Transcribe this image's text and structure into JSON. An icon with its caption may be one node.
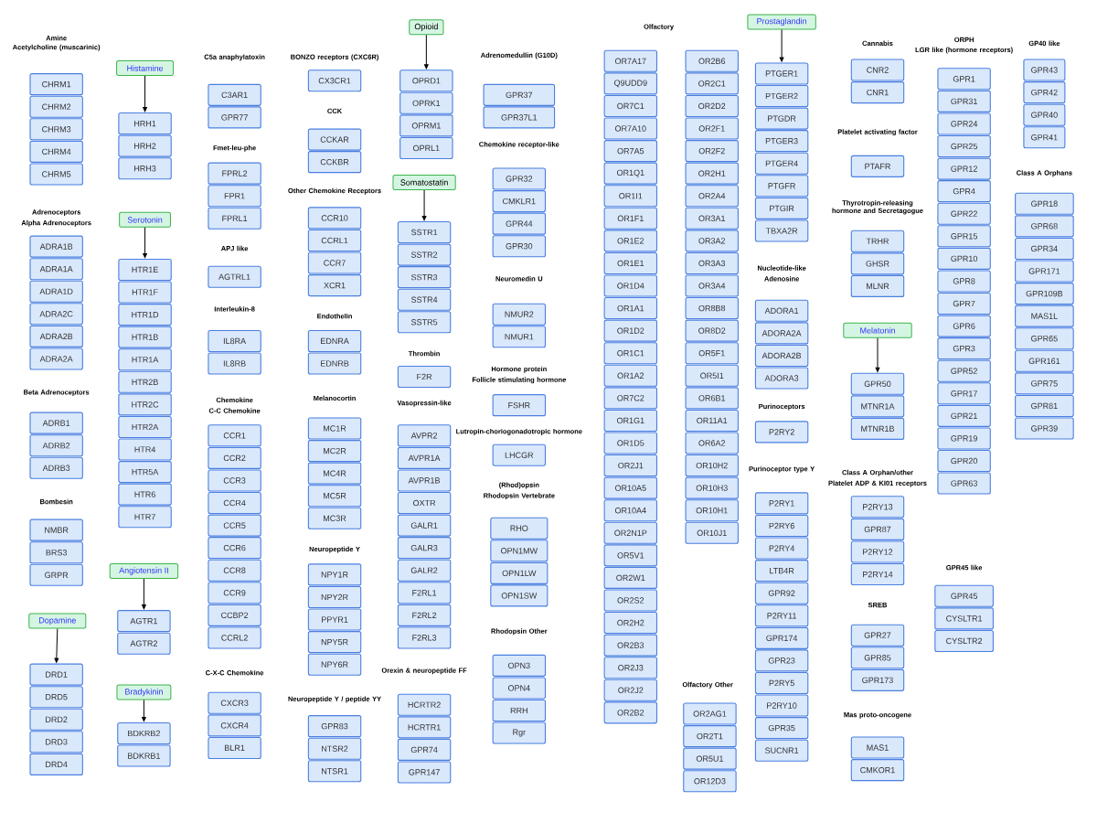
{
  "diagram": {
    "nodes": [
      {
        "text": [
          "CHRM1"
        ]
      },
      {
        "text": [
          "CHRM2"
        ]
      },
      {
        "text": [
          "CHRM3"
        ]
      },
      {
        "text": [
          "CHRM4"
        ]
      },
      {
        "text": [
          "CHRM5"
        ]
      },
      {
        "text": [
          "ADRA1B"
        ]
      },
      {
        "text": [
          "ADRA1A"
        ]
      },
      {
        "text": [
          "ADRA1D"
        ]
      },
      {
        "text": [
          "ADRA2C"
        ]
      },
      {
        "text": [
          "ADRA2B"
        ]
      },
      {
        "text": [
          "ADRA2A"
        ]
      },
      {
        "text": [
          "ADRB1"
        ]
      },
      {
        "text": [
          "ADRB2"
        ]
      },
      {
        "text": [
          "ADRB3"
        ]
      },
      {
        "text": [
          "NMBR"
        ]
      },
      {
        "text": [
          "BRS3"
        ]
      },
      {
        "text": [
          "GRPR"
        ]
      },
      {
        "text": [
          "Dopamine"
        ]
      },
      {
        "text": [
          "DRD1"
        ]
      },
      {
        "text": [
          "DRD5"
        ]
      },
      {
        "text": [
          "DRD2"
        ]
      },
      {
        "text": [
          "DRD3"
        ]
      },
      {
        "text": [
          "DRD4"
        ]
      },
      {
        "text": [
          "Histamine"
        ]
      },
      {
        "text": [
          "HRH1"
        ]
      },
      {
        "text": [
          "HRH2"
        ]
      },
      {
        "text": [
          "HRH3"
        ]
      },
      {
        "text": [
          "Serotonin"
        ]
      },
      {
        "text": [
          "HTR1E"
        ]
      },
      {
        "text": [
          "HTR1F"
        ]
      },
      {
        "text": [
          "HTR1D"
        ]
      },
      {
        "text": [
          "HTR1B"
        ]
      },
      {
        "text": [
          "HTR1A"
        ]
      },
      {
        "text": [
          "HTR2B"
        ]
      },
      {
        "text": [
          "HTR2C"
        ]
      },
      {
        "text": [
          "HTR2A"
        ]
      },
      {
        "text": [
          "HTR4"
        ]
      },
      {
        "text": [
          "HTR5A"
        ]
      },
      {
        "text": [
          "HTR6"
        ]
      },
      {
        "text": [
          "HTR7"
        ]
      },
      {
        "text": [
          "Angiotensin II"
        ]
      },
      {
        "text": [
          "AGTR1"
        ]
      },
      {
        "text": [
          "AGTR2"
        ]
      },
      {
        "text": [
          "Bradykinin"
        ]
      },
      {
        "text": [
          "BDKRB2"
        ]
      },
      {
        "text": [
          "BDKRB1"
        ]
      },
      {
        "text": [
          "C3AR1"
        ]
      },
      {
        "text": [
          "GPR77"
        ]
      },
      {
        "text": [
          "FPRL2"
        ]
      },
      {
        "text": [
          "FPR1"
        ]
      },
      {
        "text": [
          "FPRL1"
        ]
      },
      {
        "text": [
          "AGTRL1"
        ]
      },
      {
        "text": [
          "IL8RA"
        ]
      },
      {
        "text": [
          "IL8RB"
        ]
      },
      {
        "text": [
          "CCR1"
        ]
      },
      {
        "text": [
          "CCR2"
        ]
      },
      {
        "text": [
          "CCR3"
        ]
      },
      {
        "text": [
          "CCR4"
        ]
      },
      {
        "text": [
          "CCR5"
        ]
      },
      {
        "text": [
          "CCR6"
        ]
      },
      {
        "text": [
          "CCR8"
        ]
      },
      {
        "text": [
          "CCR9"
        ]
      },
      {
        "text": [
          "CCBP2"
        ]
      },
      {
        "text": [
          "CCRL2"
        ]
      },
      {
        "text": [
          "CXCR3"
        ]
      },
      {
        "text": [
          "CXCR4"
        ]
      },
      {
        "text": [
          "BLR1"
        ]
      },
      {
        "text": [
          "CX3CR1"
        ]
      },
      {
        "text": [
          "CCKAR"
        ]
      },
      {
        "text": [
          "CCKBR"
        ]
      },
      {
        "text": [
          "CCR10"
        ]
      },
      {
        "text": [
          "CCRL1"
        ]
      },
      {
        "text": [
          "CCR7"
        ]
      },
      {
        "text": [
          "XCR1"
        ]
      },
      {
        "text": [
          "EDNRA"
        ]
      },
      {
        "text": [
          "EDNRB"
        ]
      },
      {
        "text": [
          "MC1R"
        ]
      },
      {
        "text": [
          "MC2R"
        ]
      },
      {
        "text": [
          "MC4R"
        ]
      },
      {
        "text": [
          "MC5R"
        ]
      },
      {
        "text": [
          "MC3R"
        ]
      },
      {
        "text": [
          "NPY1R"
        ]
      },
      {
        "text": [
          "NPY2R"
        ]
      },
      {
        "text": [
          "PPYR1"
        ]
      },
      {
        "text": [
          "NPY5R"
        ]
      },
      {
        "text": [
          "NPY6R"
        ]
      },
      {
        "text": [
          "GPR83"
        ]
      },
      {
        "text": [
          "NTSR2"
        ]
      },
      {
        "text": [
          "NTSR1"
        ]
      },
      {
        "text": [
          "Opioid"
        ]
      },
      {
        "text": [
          "OPRD1"
        ]
      },
      {
        "text": [
          "OPRK1"
        ]
      },
      {
        "text": [
          "OPRM1"
        ]
      },
      {
        "text": [
          "OPRL1"
        ]
      },
      {
        "text": [
          "Somatostatin"
        ]
      },
      {
        "text": [
          "SSTR1"
        ]
      },
      {
        "text": [
          "SSTR2"
        ]
      },
      {
        "text": [
          "SSTR3"
        ]
      },
      {
        "text": [
          "SSTR4"
        ]
      },
      {
        "text": [
          "SSTR5"
        ]
      },
      {
        "text": [
          "F2R"
        ]
      },
      {
        "text": [
          "AVPR2"
        ]
      },
      {
        "text": [
          "AVPR1A"
        ]
      },
      {
        "text": [
          "AVPR1B"
        ]
      },
      {
        "text": [
          "OXTR"
        ]
      },
      {
        "text": [
          "GALR1"
        ]
      },
      {
        "text": [
          "GALR3"
        ]
      },
      {
        "text": [
          "GALR2"
        ]
      },
      {
        "text": [
          "F2RL1"
        ]
      },
      {
        "text": [
          "F2RL2"
        ]
      },
      {
        "text": [
          "F2RL3"
        ]
      },
      {
        "text": [
          "HCRTR2"
        ]
      },
      {
        "text": [
          "HCRTR1"
        ]
      },
      {
        "text": [
          "GPR74"
        ]
      },
      {
        "text": [
          "GPR147"
        ]
      },
      {
        "text": [
          "GPR37"
        ]
      },
      {
        "text": [
          "GPR37L1"
        ]
      },
      {
        "text": [
          "GPR32"
        ]
      },
      {
        "text": [
          "CMKLR1"
        ]
      },
      {
        "text": [
          "GPR44"
        ]
      },
      {
        "text": [
          "GPR30"
        ]
      },
      {
        "text": [
          "NMUR2"
        ]
      },
      {
        "text": [
          "NMUR1"
        ]
      },
      {
        "text": [
          "FSHR"
        ]
      },
      {
        "text": [
          "LHCGR"
        ]
      },
      {
        "text": [
          "RHO"
        ]
      },
      {
        "text": [
          "OPN1MW"
        ]
      },
      {
        "text": [
          "OPN1LW"
        ]
      },
      {
        "text": [
          "OPN1SW"
        ]
      },
      {
        "text": [
          "OPN3"
        ]
      },
      {
        "text": [
          "OPN4"
        ]
      },
      {
        "text": [
          "RRH"
        ]
      },
      {
        "text": [
          "Rgr"
        ]
      },
      {
        "text": [
          "OR7A17"
        ]
      },
      {
        "text": [
          "Q9UDD9"
        ]
      },
      {
        "text": [
          "OR7C1"
        ]
      },
      {
        "text": [
          "OR7A10"
        ]
      },
      {
        "text": [
          "OR7A5"
        ]
      },
      {
        "text": [
          "OR1Q1"
        ]
      },
      {
        "text": [
          "OR1I1"
        ]
      },
      {
        "text": [
          "OR1F1"
        ]
      },
      {
        "text": [
          "OR1E2"
        ]
      },
      {
        "text": [
          "OR1E1"
        ]
      },
      {
        "text": [
          "OR1D4"
        ]
      },
      {
        "text": [
          "OR1A1"
        ]
      },
      {
        "text": [
          "OR1D2"
        ]
      },
      {
        "text": [
          "OR1C1"
        ]
      },
      {
        "text": [
          "OR1A2"
        ]
      },
      {
        "text": [
          "OR7C2"
        ]
      },
      {
        "text": [
          "OR1G1"
        ]
      },
      {
        "text": [
          "OR1D5"
        ]
      },
      {
        "text": [
          "OR2J1"
        ]
      },
      {
        "text": [
          "OR10A5"
        ]
      },
      {
        "text": [
          "OR10A4"
        ]
      },
      {
        "text": [
          "OR2N1P"
        ]
      },
      {
        "text": [
          "OR5V1"
        ]
      },
      {
        "text": [
          "OR2W1"
        ]
      },
      {
        "text": [
          "OR2S2"
        ]
      },
      {
        "text": [
          "OR2H2"
        ]
      },
      {
        "text": [
          "OR2B3"
        ]
      },
      {
        "text": [
          "OR2J3"
        ]
      },
      {
        "text": [
          "OR2J2"
        ]
      },
      {
        "text": [
          "OR2B2"
        ]
      },
      {
        "text": [
          "OR2B6"
        ]
      },
      {
        "text": [
          "OR2C1"
        ]
      },
      {
        "text": [
          "OR2D2"
        ]
      },
      {
        "text": [
          "OR2F1"
        ]
      },
      {
        "text": [
          "OR2F2"
        ]
      },
      {
        "text": [
          "OR2H1"
        ]
      },
      {
        "text": [
          "OR2A4"
        ]
      },
      {
        "text": [
          "OR3A1"
        ]
      },
      {
        "text": [
          "OR3A2"
        ]
      },
      {
        "text": [
          "OR3A3"
        ]
      },
      {
        "text": [
          "OR3A4"
        ]
      },
      {
        "text": [
          "OR8B8"
        ]
      },
      {
        "text": [
          "OR8D2"
        ]
      },
      {
        "text": [
          "OR5F1"
        ]
      },
      {
        "text": [
          "OR5I1"
        ]
      },
      {
        "text": [
          "OR6B1"
        ]
      },
      {
        "text": [
          "OR11A1"
        ]
      },
      {
        "text": [
          "OR6A2"
        ]
      },
      {
        "text": [
          "OR10H2"
        ]
      },
      {
        "text": [
          "OR10H3"
        ]
      },
      {
        "text": [
          "OR10H1"
        ]
      },
      {
        "text": [
          "OR10J1"
        ]
      },
      {
        "text": [
          "OR2AG1"
        ]
      },
      {
        "text": [
          "OR2T1"
        ]
      },
      {
        "text": [
          "OR5U1"
        ]
      },
      {
        "text": [
          "OR12D3"
        ]
      },
      {
        "text": [
          "Prostaglandin"
        ]
      },
      {
        "text": [
          "PTGER1"
        ]
      },
      {
        "text": [
          "PTGER2"
        ]
      },
      {
        "text": [
          "PTGDR"
        ]
      },
      {
        "text": [
          "PTGER3"
        ]
      },
      {
        "text": [
          "PTGER4"
        ]
      },
      {
        "text": [
          "PTGFR"
        ]
      },
      {
        "text": [
          "PTGIR"
        ]
      },
      {
        "text": [
          "TBXA2R"
        ]
      },
      {
        "text": [
          "ADORA1"
        ]
      },
      {
        "text": [
          "ADORA2A"
        ]
      },
      {
        "text": [
          "ADORA2B"
        ]
      },
      {
        "text": [
          "ADORA3"
        ]
      },
      {
        "text": [
          "P2RY2"
        ]
      },
      {
        "text": [
          "P2RY1"
        ]
      },
      {
        "text": [
          "P2RY6"
        ]
      },
      {
        "text": [
          "P2RY4"
        ]
      },
      {
        "text": [
          "LTB4R"
        ]
      },
      {
        "text": [
          "GPR92"
        ]
      },
      {
        "text": [
          "P2RY11"
        ]
      },
      {
        "text": [
          "GPR174"
        ]
      },
      {
        "text": [
          "GPR23"
        ]
      },
      {
        "text": [
          "P2RY5"
        ]
      },
      {
        "text": [
          "P2RY10"
        ]
      },
      {
        "text": [
          "GPR35"
        ]
      },
      {
        "text": [
          "SUCNR1"
        ]
      },
      {
        "text": [
          "CNR2"
        ]
      },
      {
        "text": [
          "CNR1"
        ]
      },
      {
        "text": [
          "PTAFR"
        ]
      },
      {
        "text": [
          "TRHR"
        ]
      },
      {
        "text": [
          "GHSR"
        ]
      },
      {
        "text": [
          "MLNR"
        ]
      },
      {
        "text": [
          "Melatonin"
        ]
      },
      {
        "text": [
          "GPR50"
        ]
      },
      {
        "text": [
          "MTNR1A"
        ]
      },
      {
        "text": [
          "MTNR1B"
        ]
      },
      {
        "text": [
          "P2RY13"
        ]
      },
      {
        "text": [
          "GPR87"
        ]
      },
      {
        "text": [
          "P2RY12"
        ]
      },
      {
        "text": [
          "P2RY14"
        ]
      },
      {
        "text": [
          "GPR27"
        ]
      },
      {
        "text": [
          "GPR85"
        ]
      },
      {
        "text": [
          "GPR173"
        ]
      },
      {
        "text": [
          "MAS1"
        ]
      },
      {
        "text": [
          "CMKOR1"
        ]
      },
      {
        "text": [
          "GPR1"
        ]
      },
      {
        "text": [
          "GPR31"
        ]
      },
      {
        "text": [
          "GPR24"
        ]
      },
      {
        "text": [
          "GPR25"
        ]
      },
      {
        "text": [
          "GPR12"
        ]
      },
      {
        "text": [
          "GPR4"
        ]
      },
      {
        "text": [
          "GPR22"
        ]
      },
      {
        "text": [
          "GPR15"
        ]
      },
      {
        "text": [
          "GPR10"
        ]
      },
      {
        "text": [
          "GPR8"
        ]
      },
      {
        "text": [
          "GPR7"
        ]
      },
      {
        "text": [
          "GPR6"
        ]
      },
      {
        "text": [
          "GPR3"
        ]
      },
      {
        "text": [
          "GPR52"
        ]
      },
      {
        "text": [
          "GPR17"
        ]
      },
      {
        "text": [
          "GPR21"
        ]
      },
      {
        "text": [
          "GPR19"
        ]
      },
      {
        "text": [
          "GPR20"
        ]
      },
      {
        "text": [
          "GPR63"
        ]
      },
      {
        "text": [
          "GPR45"
        ]
      },
      {
        "text": [
          "CYSLTR1"
        ]
      },
      {
        "text": [
          "CYSLTR2"
        ]
      },
      {
        "text": [
          "GPR43"
        ]
      },
      {
        "text": [
          "GPR42"
        ]
      },
      {
        "text": [
          "GPR40"
        ]
      },
      {
        "text": [
          "GPR41"
        ]
      },
      {
        "text": [
          "GPR18"
        ]
      },
      {
        "text": [
          "GPR68"
        ]
      },
      {
        "text": [
          "GPR34"
        ]
      },
      {
        "text": [
          "GPR171"
        ]
      },
      {
        "text": [
          "GPR109B"
        ]
      },
      {
        "text": [
          "MAS1L"
        ]
      },
      {
        "text": [
          "GPR65"
        ]
      },
      {
        "text": [
          "GPR161"
        ]
      },
      {
        "text": [
          "GPR75"
        ]
      },
      {
        "text": [
          "GPR81"
        ]
      },
      {
        "text": [
          "GPR39"
        ]
      }
    ],
    "edges": [
      {
        "from": 17,
        "to": 18,
        "arrow": "to"
      },
      {
        "from": 23,
        "to": 24,
        "arrow": "to"
      },
      {
        "from": 27,
        "to": 28,
        "arrow": "to"
      },
      {
        "from": 40,
        "to": 41,
        "arrow": "to"
      },
      {
        "from": 43,
        "to": 44,
        "arrow": "to"
      },
      {
        "from": 89,
        "to": 90,
        "arrow": "to"
      },
      {
        "from": 94,
        "to": 95,
        "arrow": "to"
      },
      {
        "from": 189,
        "to": 190,
        "arrow": "to"
      },
      {
        "from": 221,
        "to": 222,
        "arrow": "to"
      }
    ],
    "labels": [
      "Amine",
      "Acetylcholine (muscarinic)",
      "Adrenoceptors",
      "Alpha Adrenoceptors",
      "Beta Adrenoceptors",
      "Bombesin",
      "C5a anaphylatoxin",
      "Fmet-leu-phe",
      "APJ like",
      "Interleukin-8",
      "Chemokine",
      "C-C Chemokine",
      "C-X-C Chemokine",
      "BONZO receptors (CXC6R)",
      "CCK",
      "Other Chemokine Receptors",
      "Endothelin",
      "Melanocortin",
      "Neuropeptide Y",
      "Neuropeptide Y / peptide YY",
      "Thrombin",
      "Vasopressin-like",
      "Orexin & neuropeptide FF",
      "Adrenomedullin (G10D)",
      "Chemokine receptor-like",
      "Neuromedin U",
      "Hormone protein",
      "Follicle stimulating hormone",
      "Lutropin-choriogonadotropic hormone",
      "(Rhod)opsin",
      "Rhodopsin Vertebrate",
      "Rhodopsin Other",
      "Olfactory",
      "Olfactory Other",
      "Nucleotide-like",
      "Adenosine",
      "Purinoceptors",
      "Purinoceptor type Y",
      "Cannabis",
      "Platelet activating factor",
      "Thyrotropin-releasing hormone and Secretagogue",
      "Class A Orphan/other",
      "Platelet ADP & KI01 receptors",
      "SREB",
      "Mas proto-oncogene",
      "ORPH",
      "LGR like (hormone receptors)",
      "GPR45 like",
      "GP40 like",
      "Class A Orphans"
    ]
  }
}
